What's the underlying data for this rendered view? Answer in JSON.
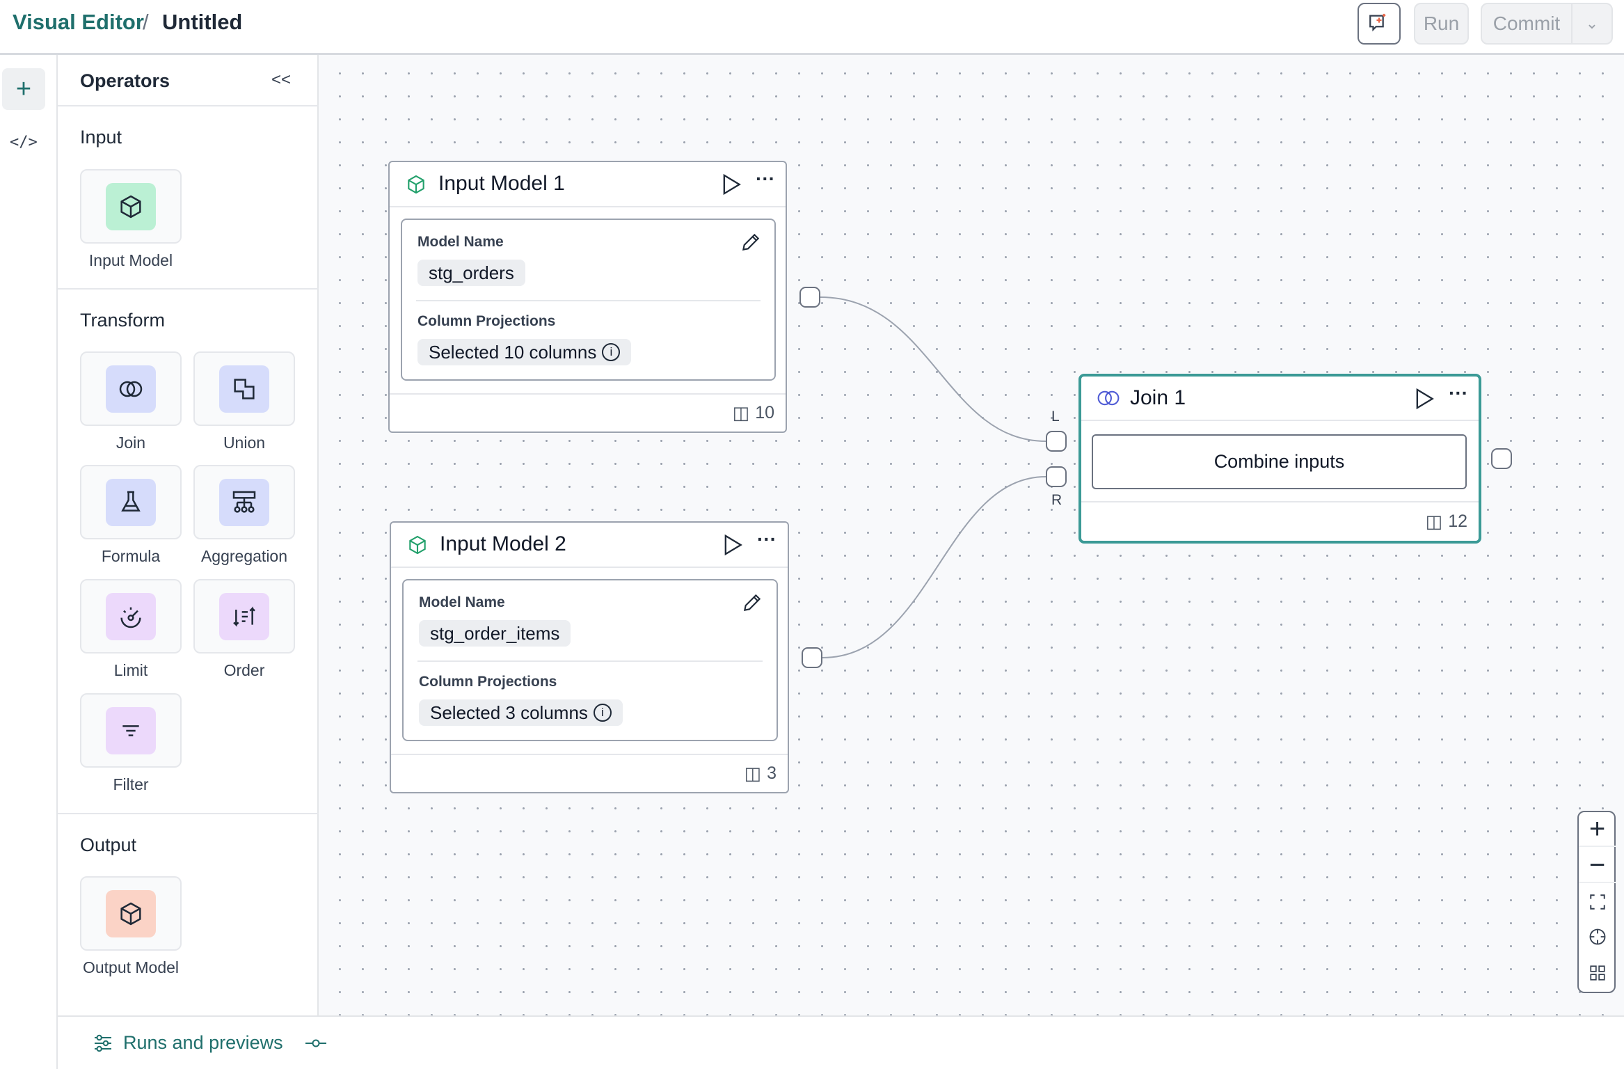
{
  "header": {
    "app": "Visual Editor",
    "separator": "/",
    "title": "Untitled",
    "run_label": "Run",
    "commit_label": "Commit"
  },
  "sidebar": {
    "title": "Operators",
    "collapse": "<<",
    "sections": [
      {
        "label": "Input",
        "items": [
          {
            "label": "Input Model",
            "color": "#bbf0d4"
          }
        ]
      },
      {
        "label": "Transform",
        "items": [
          {
            "label": "Join",
            "color": "#d6dcfb"
          },
          {
            "label": "Union",
            "color": "#d6dcfb"
          },
          {
            "label": "Formula",
            "color": "#d6dcfb"
          },
          {
            "label": "Aggregation",
            "color": "#d6dcfb"
          },
          {
            "label": "Limit",
            "color": "#ecd9fb"
          },
          {
            "label": "Order",
            "color": "#ecd9fb"
          },
          {
            "label": "Filter",
            "color": "#ecd9fb"
          }
        ]
      },
      {
        "label": "Output",
        "items": [
          {
            "label": "Output Model",
            "color": "#fbd3c6"
          }
        ]
      }
    ]
  },
  "nodes": {
    "input1": {
      "title": "Input Model 1",
      "model_label": "Model Name",
      "model": "stg_orders",
      "proj_label": "Column Projections",
      "proj": "Selected 10 columns",
      "count": "10"
    },
    "input2": {
      "title": "Input Model 2",
      "model_label": "Model Name",
      "model": "stg_order_items",
      "proj_label": "Column Projections",
      "proj": "Selected 3 columns",
      "count": "3"
    },
    "join1": {
      "title": "Join 1",
      "action": "Combine inputs",
      "count": "12",
      "left_port": "L",
      "right_port": "R",
      "accent": "#3b9a96"
    }
  },
  "bottom": {
    "label": "Runs and previews"
  }
}
